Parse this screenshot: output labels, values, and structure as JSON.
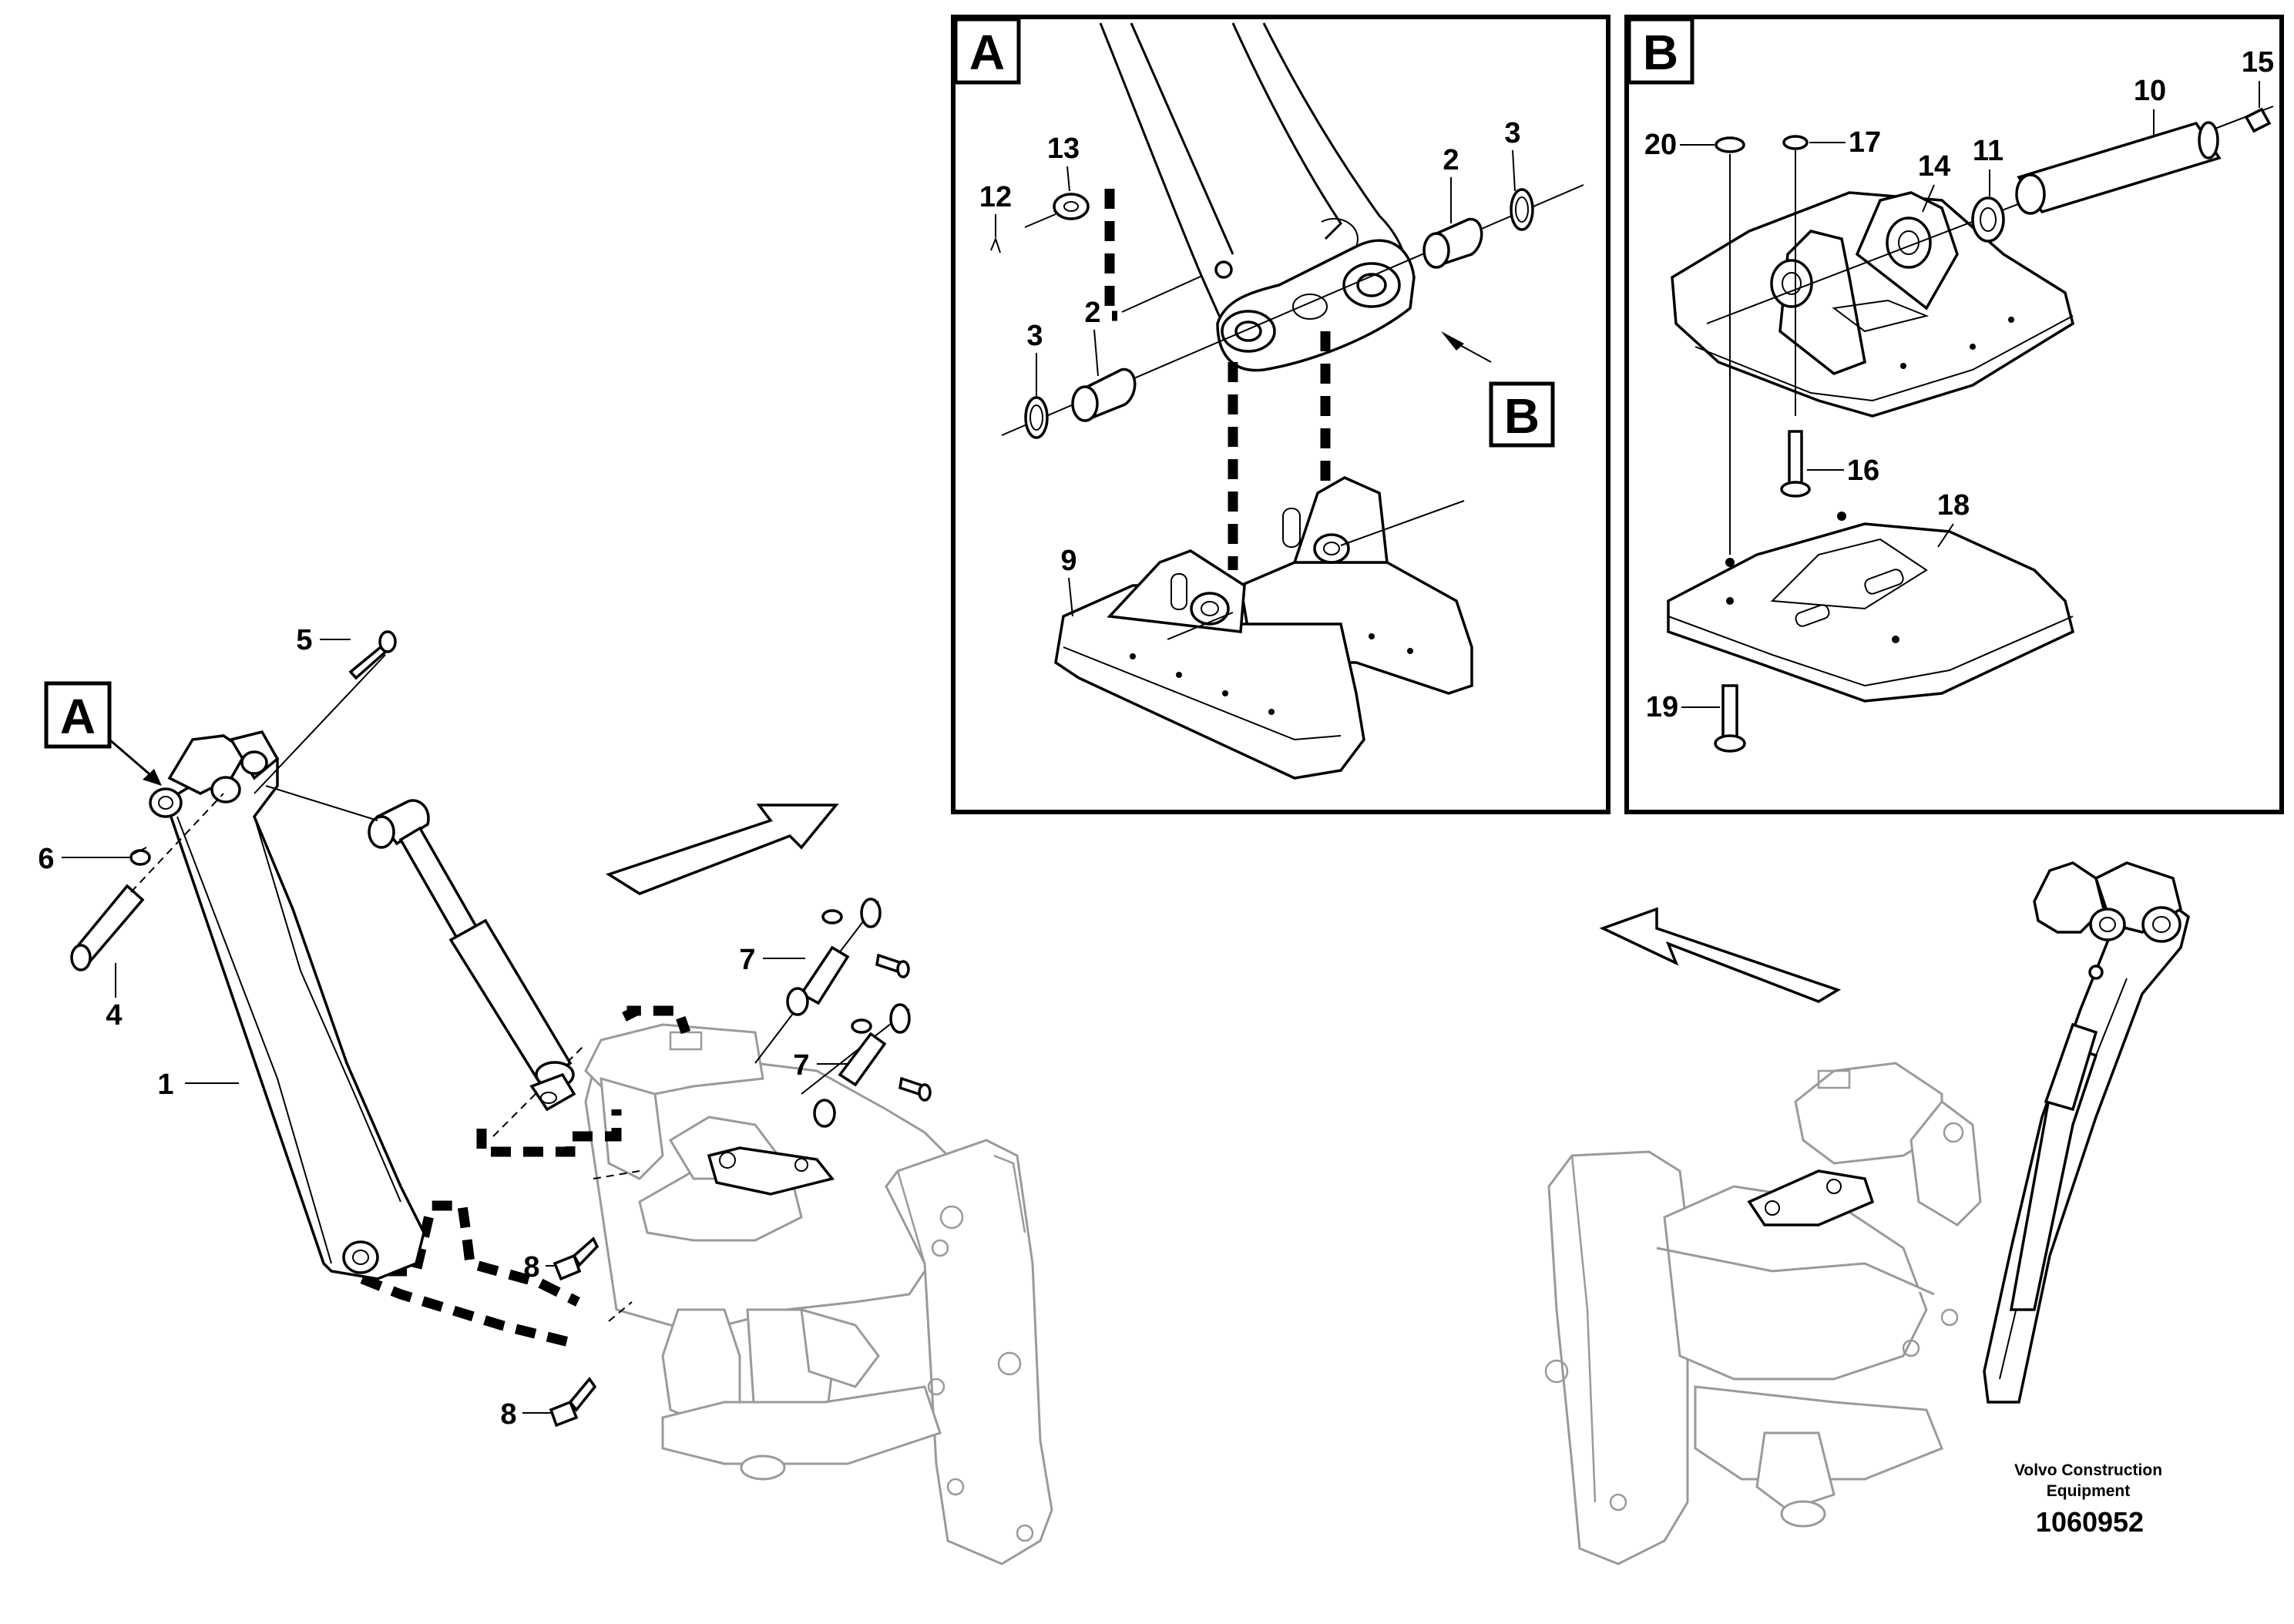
{
  "detail_views": [
    {
      "letter": "A"
    },
    {
      "letter": "B"
    }
  ],
  "view_refs": [
    {
      "letter": "A"
    },
    {
      "letter": "B"
    }
  ],
  "callouts": [
    {
      "num": "1"
    },
    {
      "num": "2"
    },
    {
      "num": "3"
    },
    {
      "num": "4"
    },
    {
      "num": "5"
    },
    {
      "num": "6"
    },
    {
      "num": "7"
    },
    {
      "num": "8"
    },
    {
      "num": "9"
    },
    {
      "num": "10"
    },
    {
      "num": "11"
    },
    {
      "num": "12"
    },
    {
      "num": "13"
    },
    {
      "num": "14"
    },
    {
      "num": "15"
    },
    {
      "num": "16"
    },
    {
      "num": "17"
    },
    {
      "num": "18"
    },
    {
      "num": "19"
    },
    {
      "num": "20"
    }
  ],
  "footer": {
    "company_line1": "Volvo Construction",
    "company_line2": "Equipment",
    "drawing_number": "1060952"
  }
}
